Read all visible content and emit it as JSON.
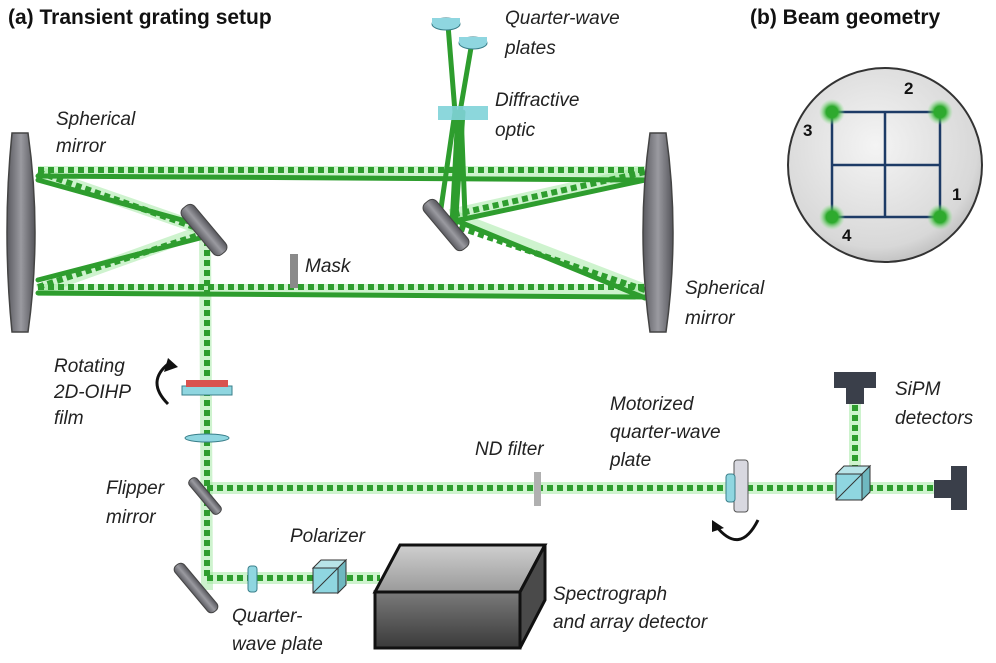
{
  "headers": {
    "a": "(a) Transient grating setup",
    "b": "(b) Beam geometry"
  },
  "labels": {
    "spherical_mirror_left": [
      "Spherical",
      "mirror"
    ],
    "spherical_mirror_right": [
      "Spherical",
      "mirror"
    ],
    "quarter_wave_plates": [
      "Quarter-wave",
      "plates"
    ],
    "diffractive_optic": [
      "Diffractive",
      "optic"
    ],
    "mask": "Mask",
    "rotating_film": [
      "Rotating",
      "2D-OIHP",
      "film"
    ],
    "flipper_mirror": [
      "Flipper",
      "mirror"
    ],
    "polarizer": "Polarizer",
    "quarter_wave_plate": [
      "Quarter-",
      "wave plate"
    ],
    "spectrograph": [
      "Spectrograph",
      "and array detector"
    ],
    "nd_filter": "ND filter",
    "motorized_qwp": [
      "Motorized",
      "quarter-wave",
      "plate"
    ],
    "sipm": [
      "SiPM",
      "detectors"
    ]
  },
  "beam_geometry": {
    "spot_labels": [
      "1",
      "2",
      "3",
      "4"
    ]
  },
  "colors": {
    "beam": "#2e9d2e",
    "glow": "#9ee89e",
    "optic_cyan": "#7fd3d8",
    "mirror_gray": "#7a7a80",
    "film_red": "#d9534f"
  }
}
